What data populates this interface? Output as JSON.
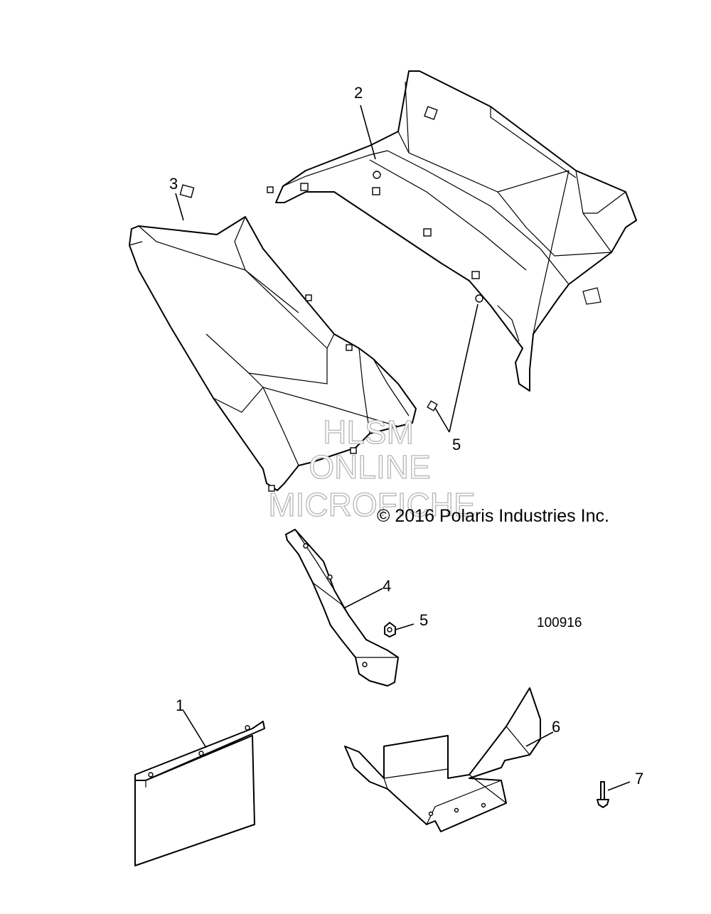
{
  "callouts": [
    {
      "id": "1",
      "label": "1"
    },
    {
      "id": "2",
      "label": "2"
    },
    {
      "id": "3",
      "label": "3"
    },
    {
      "id": "4",
      "label": "4"
    },
    {
      "id": "5a",
      "label": "5"
    },
    {
      "id": "5b",
      "label": "5"
    },
    {
      "id": "6",
      "label": "6"
    },
    {
      "id": "7",
      "label": "7"
    }
  ],
  "copyright": "© 2016 Polaris Industries Inc.",
  "drawing_number": "100916",
  "watermark": [
    "HLSM",
    "ONLINE",
    "MICROFICHE"
  ],
  "colors": {
    "line": "#000000",
    "background": "#ffffff",
    "watermark": "#b5b5b5"
  }
}
